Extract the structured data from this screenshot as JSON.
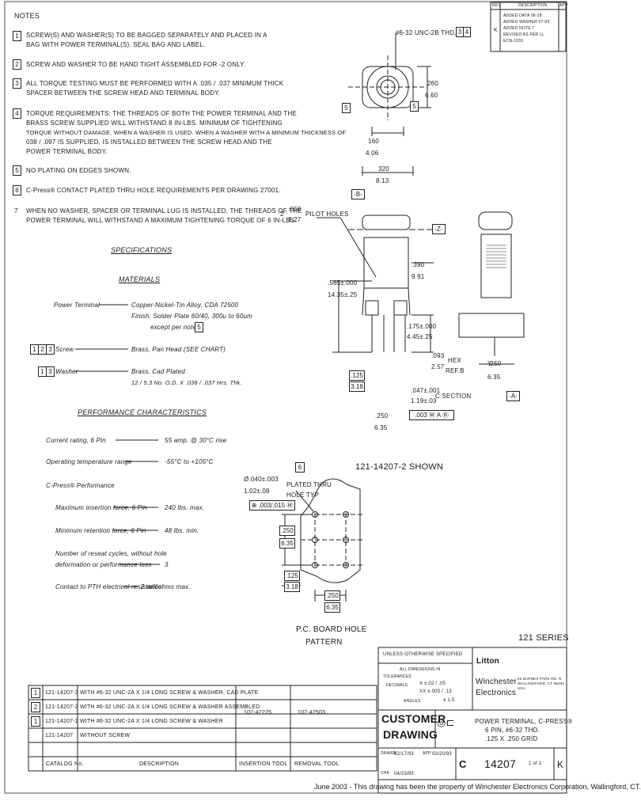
{
  "notes_title": "NOTES",
  "notes": [
    {
      "num": "1",
      "boxed": true,
      "lines": [
        "SCREW(S) AND WASHER(S) TO BE BAGGED SEPARATELY AND PLACED IN A",
        "BAG WITH POWER TERMINAL(S). SEAL BAG AND LABEL."
      ]
    },
    {
      "num": "2",
      "boxed": true,
      "lines": [
        "SCREW AND WASHER TO BE HAND TIGHT ASSEMBLED FOR -2 ONLY."
      ]
    },
    {
      "num": "3",
      "boxed": true,
      "lines": [
        "ALL TORQUE TESTING MUST BE PERFORMED WITH A .035 / .037 MINIMUM THICK",
        "SPACER BETWEEN THE SCREW HEAD AND TERMINAL BODY."
      ]
    },
    {
      "num": "4",
      "boxed": true,
      "lines": [
        "TORQUE REQUIREMENTS: THE THREADS OF BOTH THE POWER TERMINAL AND THE",
        "BRASS SCREW SUPPLIED WILL WITHSTAND 8 IN-LBS. MINIMUM OF TIGHTENING",
        "TORQUE WITHOUT DAMAGE, WHEN A WASHER IS USED. WHEN A WASHER WITH A MINIMUM THICKNESS OF",
        "038 / .097 IS SUPPLIED, IS INSTALLED BETWEEN THE SCREW HEAD AND THE",
        "POWER TERMINAL BODY."
      ]
    },
    {
      "num": "5",
      "boxed": true,
      "lines": [
        "NO PLATING ON EDGES SHOWN."
      ]
    },
    {
      "num": "6",
      "boxed": true,
      "lines": [
        "C-Press® CONTACT PLATED THRU HOLE REQUIREMENTS PER DRAWING 27001."
      ]
    },
    {
      "num": "7",
      "boxed": false,
      "lines": [
        "WHEN NO WASHER, SPACER OR TERMINAL LUG IS INSTALLED, THE THREADS OF THE",
        "POWER TERMINAL WILL WITHSTAND A MAXIMUM TIGHTENING TORQUE OF 6 IN-LBS."
      ]
    }
  ],
  "specifications": {
    "title": "SPECIFICATIONS",
    "materials_title": "MATERIALS",
    "power_terminal_label": "Power Terminal",
    "power_terminal_lines": [
      "Copper-Nickel-Tin Alloy, CDA 72500",
      "Finish: Solder Plate 60/40, 300u to 60um",
      "except per note"
    ],
    "power_terminal_note": "5",
    "screw_nums": [
      "1",
      "2",
      "3"
    ],
    "screw_label": "Screw",
    "screw_value": "Brass, Pan Head (SEE CHART)",
    "washer_nums": [
      "1",
      "3"
    ],
    "washer_label": "Washer",
    "washer_lines": [
      "Brass, Cad Plated",
      "12 / 5.3 No. O.D. X .038 / .037 Hrs. Thk."
    ]
  },
  "performance": {
    "title": "PERFORMANCE CHARACTERISTICS",
    "items": [
      {
        "label": "Current rating, 6 Pin",
        "value": "55 amp. @ 30°C rise"
      },
      {
        "label": "Operating temperature range",
        "value": "-55°C to +105°C"
      }
    ],
    "cpress_title": "C-Press® Performance",
    "cpress_items": [
      {
        "label": "Maximum insertion force, 6 Pin",
        "value": "240 lbs. max."
      },
      {
        "label": "Minimum retention force, 6 Pin",
        "value": "48 lbs. min."
      },
      {
        "label": "Number of reseat cycles, without hole",
        "label2": "deformation or performance loss",
        "value": "3"
      },
      {
        "label": "Contact to PTH electrical resistance",
        "value": "2 milliohms max."
      }
    ]
  },
  "top_view": {
    "thread_label": "#6-32 UNC-2B THD.",
    "thread_notes": [
      "3",
      "4"
    ],
    "dim_height": "260",
    "dim_height_mm": "6.60",
    "dim_width": "160",
    "dim_width_mm": "4.06",
    "dim_overall": "320",
    "dim_overall_mm": "8.13",
    "note5a": "5",
    "note5b": "5",
    "datum": "-B-"
  },
  "side_view": {
    "pilot": ".050",
    "pilot_mm": "1.27",
    "pilot_label": "PILOT HOLES",
    "pilot_qty": "2",
    "datum_z": "-Z-",
    "h1": ".390",
    "h1_mm": "9.91",
    "h2": ".565±.000",
    "h2_mm": "14.35±.25",
    "h3": ".175±.000",
    "h3_mm": "4.45±.25",
    "hex": ".093",
    "hex_mm": "2.57",
    "hex_label": "HEX",
    "hex_ref": "REF.B",
    "d125": ".125",
    "d125_mm": "3.18",
    "d047": ".047±.001",
    "d047_mm": "1.19±.03",
    "section": "C SECTION",
    "d250a": ".250",
    "d250a_mm": "6.35",
    "d250b": ".250",
    "d250b_mm": "6.35",
    "fcf": ".003 Ⓜ A Ⓑ",
    "datum_y": "-Y-",
    "datum_a": "-A-"
  },
  "shown_label": "121-14207-2 SHOWN",
  "pcb": {
    "note6": "6",
    "hole": "Ø.040±.003",
    "hole_mm": "1.02±.08",
    "hole_label": "PLATED THRU",
    "hole_label2": "HOLE TYP",
    "fcf": "⊕ .003/.015 Ⓜ",
    "d250a": ".250",
    "d250a_mm": "6.35",
    "d125": ".125",
    "d125_mm": "3.18",
    "d250b": ".250",
    "d250b_mm": "6.35",
    "title1": "P.C. BOARD HOLE",
    "title2": "PATTERN"
  },
  "series": "121 SERIES",
  "revisions": {
    "header_rev": "REV",
    "header_desc": "DESCRIPTION",
    "header_app": "APP",
    "rev": "K",
    "lines": [
      "ADDED DATA 06-18",
      "ADDED WASHER 07-03",
      "ADDED NOTE 7",
      "REVISED AS PER LL",
      "ECN-1933"
    ]
  },
  "tolerance": {
    "title": "UNLESS OTHERWISE SPECIFIED",
    "sub": "ALL DIMENSIONS IN",
    "tol_label": "TOLERANCES",
    "dec_label": "DECIMALS",
    "dec2": "X ±.02 / .05",
    "dec3": "XX ±.005 / .13",
    "ang_label": "ANGLES",
    "ang_value": "± 1.5"
  },
  "company": {
    "logo": "Litton",
    "name1": "Winchester",
    "name2": "Electronics",
    "addr": [
      "62 BARNES PARK RD. N",
      "WALLINGFORD, CT 06492",
      "USA"
    ]
  },
  "customer_drawing": [
    "CUSTOMER",
    "DRAWING"
  ],
  "title_block": {
    "title1": "POWER TERMINAL, C-PRESS®",
    "title2": "6 PIN, #6-32 THD.",
    "title3": ".125 X .250 GRID",
    "drawn_label": "DRAWN",
    "drawn_date": "02/17/93",
    "app_label": "APP",
    "app_date": "03/20/93",
    "chk_label": "CHK",
    "chk_date": "04/23/93",
    "size": "C",
    "dwg_no": "14207",
    "sheet": "1 of 1",
    "rev": "K"
  },
  "parts": {
    "rows": [
      {
        "note": "1",
        "pn": "121-14207-3",
        "desc": "WITH #6-32 UNC-2A X 1/4 LONG SCREW & WASHER, CAD PLATE",
        "tool": "",
        "remove": ""
      },
      {
        "note": "2",
        "pn": "121-14207-2",
        "desc": "WITH #6-32 UNC-2A X 1/4 LONG SCREW & WASHER ASSEMBLED",
        "tool": "107-42225",
        "remove": "107-42503"
      },
      {
        "note": "1",
        "pn": "121-14207-1",
        "desc": "WITH #6-32 UNC-2A X 1/4 LONG SCREW & WASHER",
        "tool": "",
        "remove": ""
      },
      {
        "note": "",
        "pn": "121-14207",
        "desc": "WITHOUT SCREW",
        "tool": "",
        "remove": ""
      }
    ],
    "headers": {
      "catalog": "CATALOG No.",
      "desc": "DESCRIPTION",
      "tool": "INSERTION TOOL",
      "remove": "REMOVAL TOOL"
    }
  },
  "footer": "June 2003 - This drawing has been the property of Winchester Electronics Corporation, Wallingford, CT."
}
